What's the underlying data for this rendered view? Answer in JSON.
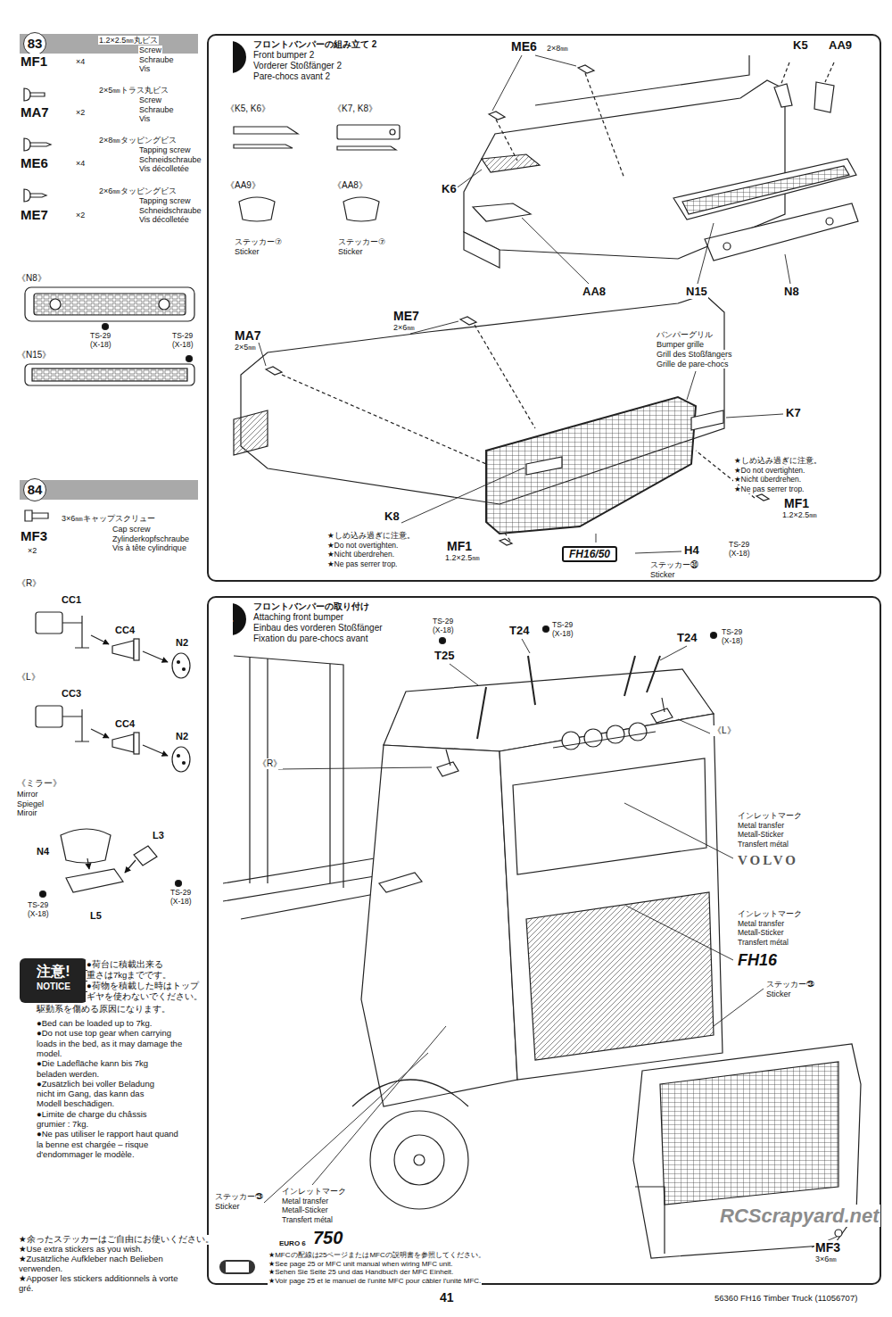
{
  "diagram": {
    "nodes": [
      {
        "text": [
          "83"
        ]
      },
      {
        "text": [
          "フロントバンパーの組み立て 2",
          "Front bumper 2",
          "Vorderer Stoßfänger 2",
          "Pare-chocs avant 2"
        ]
      },
      {
        "text": [
          "83"
        ],
        "in": 1
      },
      {
        "text": [
          "FH16/50"
        ],
        "in": 1
      },
      {
        "text": [
          "84"
        ]
      },
      {
        "text": [
          "注意!",
          "NOTICE"
        ]
      },
      {
        "text": [
          "フロントバンパーの取り付け",
          "Attaching front bumper",
          "Einbau des vorderen Stoßfänger",
          "Fixation du pare-chocs avant"
        ]
      },
      {
        "text": [
          "84"
        ],
        "in": 6
      },
      {
        "text": [
          "MFC"
        ],
        "in": 6
      }
    ],
    "labels": [
      "MF1",
      "×4",
      "1.2×2.5㎜丸ビス",
      "Screw",
      "Schraube",
      "Vis",
      "MA7",
      "×2",
      "2×5㎜トラス丸ビス",
      "Screw",
      "Schraube",
      "Vis",
      "ME6",
      "×4",
      "2×8㎜タッピングビス",
      "Tapping screw",
      "Schneidschraube",
      "Vis décolletée",
      "ME7",
      "×2",
      "2×6㎜タッピングビス",
      "Tapping screw",
      "Schneidschraube",
      "Vis décolletée",
      "《N8》",
      "TS-29",
      "(X-18)",
      "TS-29",
      "(X-18)",
      "《N15》",
      "MF3",
      "×2",
      "3×6㎜キャップスクリュー",
      "Cap screw",
      "Zylinderkopfschraube",
      "Vis à tête cylindrique",
      "《R》",
      "CC1",
      "CC4",
      "N2",
      "《L》",
      "CC3",
      "CC4",
      "N2",
      "《ミラー》",
      "Mirror",
      "Spiegel",
      "Miroir",
      "N4",
      "L3",
      "L5",
      "TS-29",
      "(X-18)",
      "TS-29",
      "(X-18)",
      "●荷台に積載出来る",
      "重さは7kgまでです。",
      "●荷物を積載した時はトップ",
      "ギヤを使わないでください。",
      "駆動系を傷める原因になります。",
      "●Bed can be loaded up to 7kg.",
      "●Do not use top gear when carrying",
      "loads in the bed, as it may damage the",
      "model.",
      "●Die Ladefläche kann bis 7kg",
      "beladen werden.",
      "●Zusätzlich bei voller Beladung",
      "nicht im Gang, das kann das",
      "Modell beschädigen.",
      "●Limite de charge du châssis",
      "grumier : 7kg.",
      "●Ne pas utiliser le rapport haut quand",
      "la benne est chargée – risque",
      "d'endommager le modèle.",
      "★余ったステッカーはご自由にお使いください。",
      "★Use extra stickers as you wish.",
      "★Zusätzliche Aufkleber nach Belieben",
      "verwenden.",
      "★Apposer les stickers additionnels à vorte",
      "gré.",
      "《K5, K6》",
      "《K7, K8》",
      "《AA9》",
      "《AA8》",
      "ステッカー⑦",
      "Sticker",
      "ステッカー⑦",
      "Sticker",
      "ME6",
      "2×8㎜",
      "K5",
      "AA9",
      "K6",
      "AA8",
      "N15",
      "N8",
      "ME7",
      "2×6㎜",
      "MA7",
      "2×5㎜",
      "バンパーグリル",
      "Bumper grille",
      "Grill des Stoßfängers",
      "Grille de pare-chocs",
      "K7",
      "★しめ込み過ぎに注意。",
      "★Do not overtighten.",
      "★Nicht überdrehen.",
      "★Ne pas serrer trop.",
      "MF1",
      "1.2×2.5㎜",
      "K8",
      "★しめ込み過ぎに注意。",
      "★Do not overtighten.",
      "★Nicht überdrehen.",
      "★Ne pas serrer trop.",
      "MF1",
      "1.2×2.5㎜",
      "H4",
      "TS-29",
      "(X-18)",
      "ステッカー㉚",
      "Sticker",
      "TS-29",
      "(X-18)",
      "T25",
      "T24",
      "TS-29",
      "(X-18)",
      "T24",
      "TS-29",
      "(X-18)",
      "《L》",
      "《R》",
      "インレットマーク",
      "Metal transfer",
      "Metall-Sticker",
      "Transfert métal",
      "VOLVO",
      "インレットマーク",
      "Metal transfer",
      "Metall-Sticker",
      "Transfert métal",
      "FH16",
      "ステッカー㉘",
      "Sticker",
      "ステッカー㉙",
      "Sticker",
      "インレットマーク",
      "Metal transfer",
      "Metall-Sticker",
      "Transfert métal",
      "EURO 6",
      "750",
      "★MFCの配線は25ページまたはMFCの説明書を参照してください。",
      "★See page 25 or MFC unit manual when wiring MFC unit.",
      "★Sehen Sie Seite 25 und das Handbuch der MFC Einheit.",
      "★Voir page 25 et le manuel de l'unité MFC pour câbler l'unité MFC.",
      "MF3",
      "3×6㎜",
      "41",
      "56360 FH16 Timber Truck (11056707)",
      "RCScrapyard.net"
    ]
  }
}
